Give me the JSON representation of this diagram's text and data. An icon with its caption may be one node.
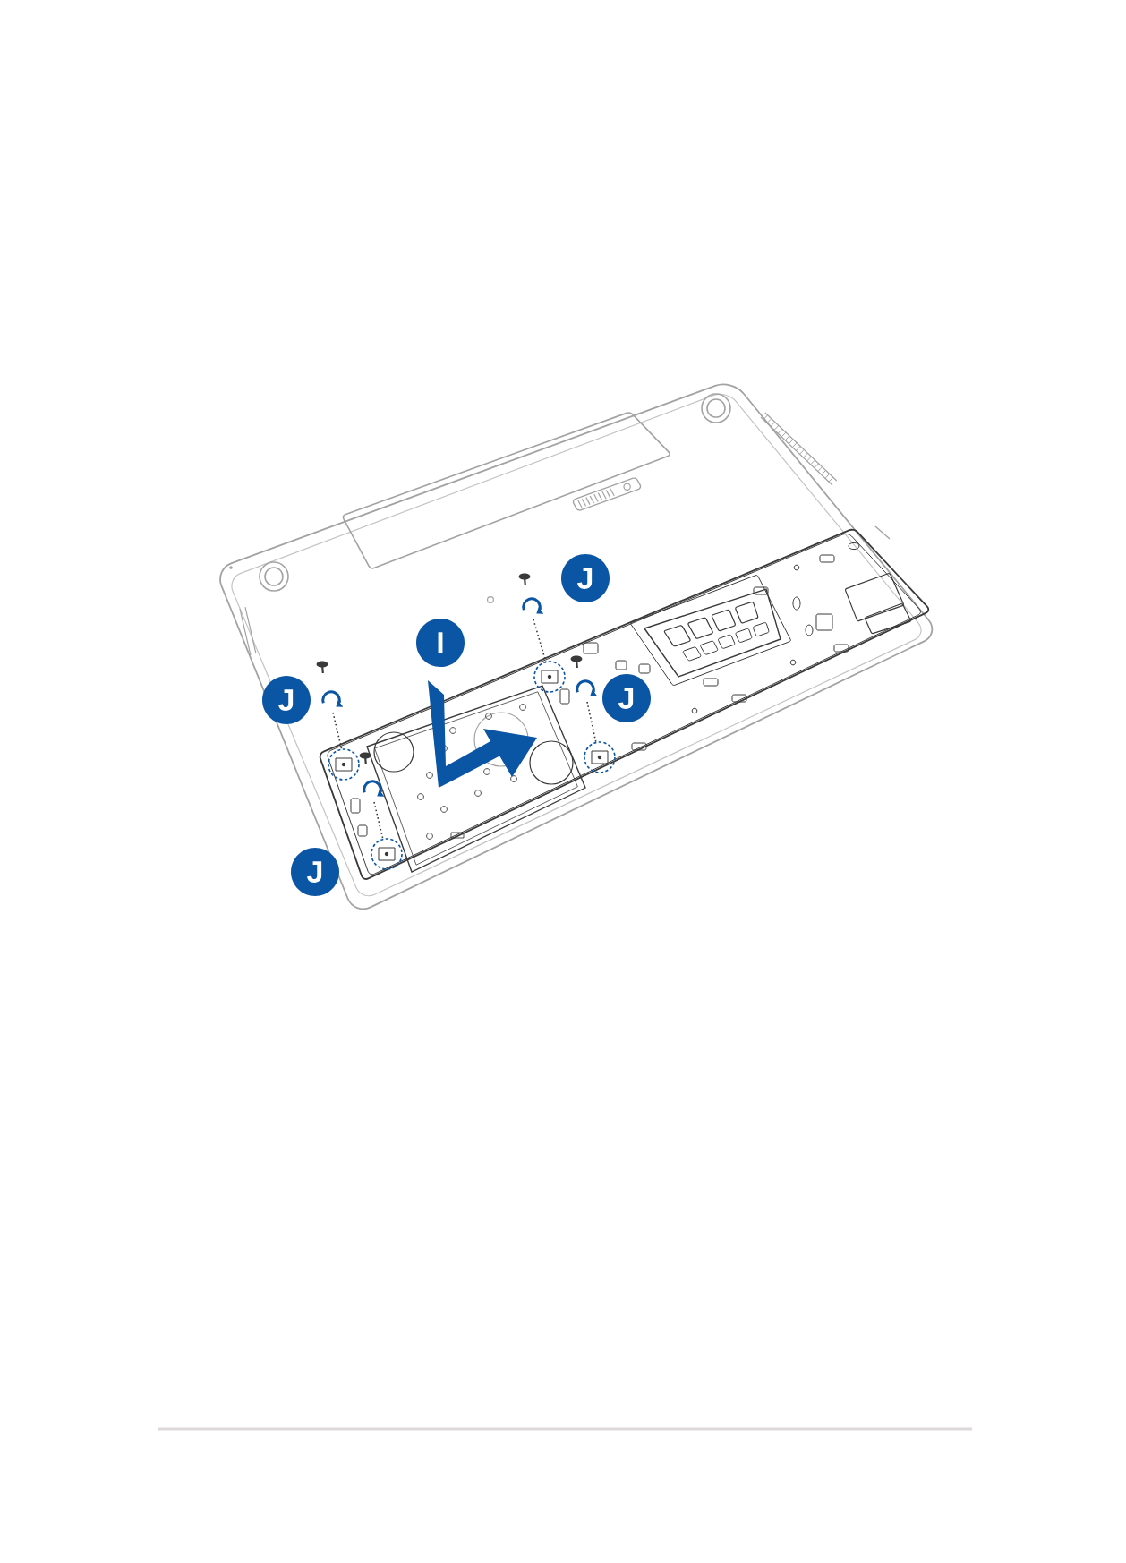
{
  "diagram": {
    "labels": [
      "J",
      "I",
      "J",
      "J",
      "J"
    ]
  }
}
